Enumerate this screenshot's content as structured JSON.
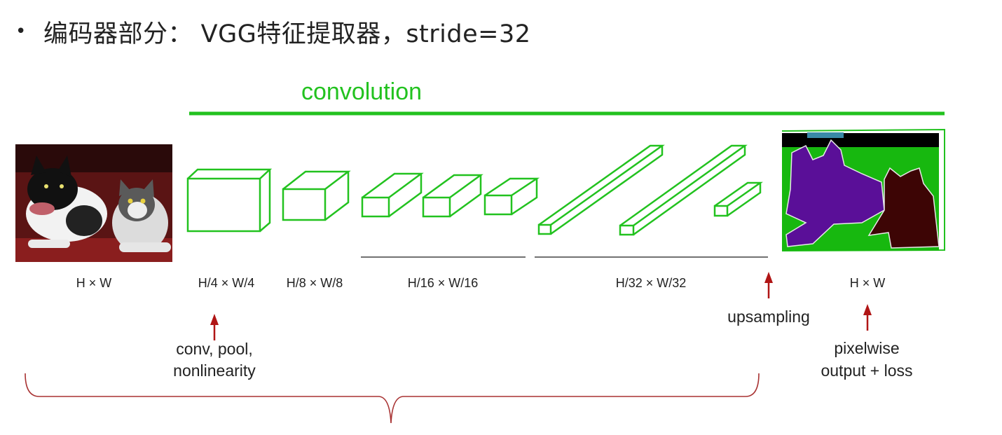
{
  "heading": {
    "bullet": "•",
    "text": "编码器部分： VGG特征提取器，stride=32"
  },
  "diagram": {
    "convolution_label": "convolution",
    "size_labels": {
      "input": "H × W",
      "s4": "H/4 × W/4",
      "s8": "H/8 × W/8",
      "s16": "H/16 × W/16",
      "s32": "H/32 × W/32",
      "output": "H × W"
    },
    "annotations": {
      "conv_line1": "conv, pool,",
      "conv_line2": "nonlinearity",
      "upsampling": "upsampling",
      "pixelwise_line1": "pixelwise",
      "pixelwise_line2": "output + loss"
    },
    "colors": {
      "accent_green": "#22c21f",
      "arrow_red": "#b01515",
      "brace_red": "#a83232",
      "seg_background": "#17b80f",
      "seg_dog": "#5a0f98",
      "seg_cat": "#3d0505"
    }
  }
}
